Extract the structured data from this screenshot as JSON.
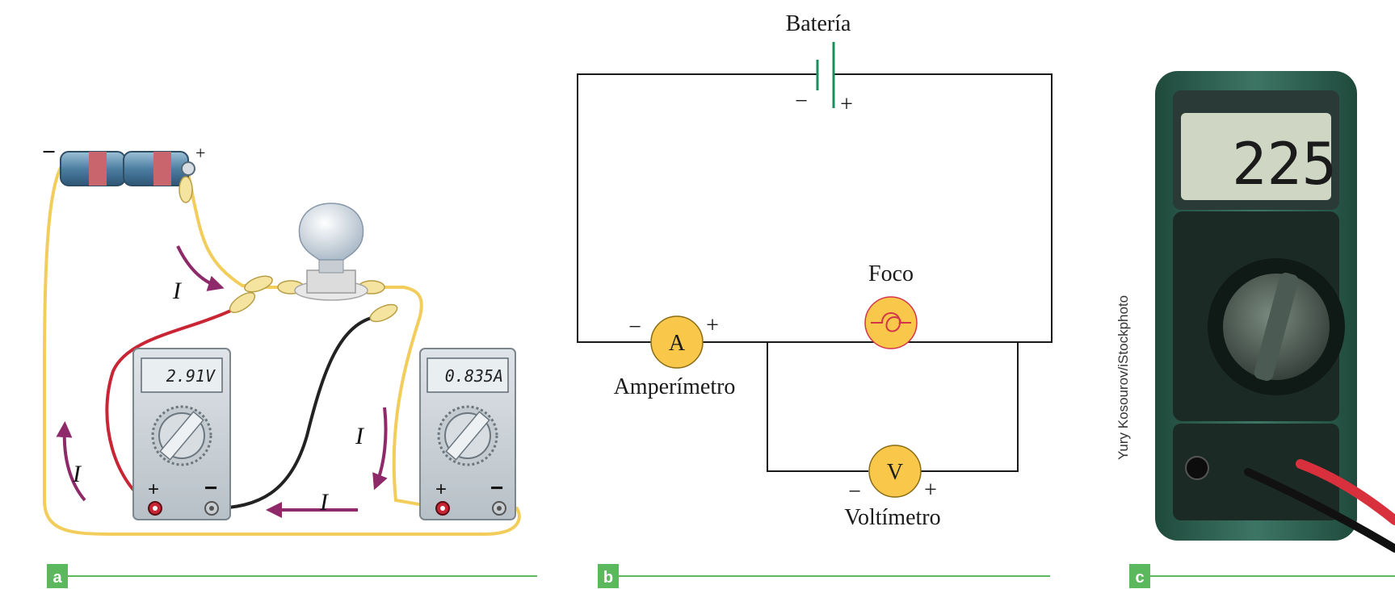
{
  "panel_a": {
    "letter": "a",
    "battery_minus": "−",
    "battery_plus": "+",
    "current_symbol": "I",
    "voltmeter": {
      "display": "2.91V",
      "plus": "+",
      "minus": "−"
    },
    "ammeter": {
      "display": "0.835A",
      "plus": "+",
      "minus": "−"
    }
  },
  "panel_b": {
    "letter": "b",
    "battery_label": "Batería",
    "battery_minus": "−",
    "battery_plus": "+",
    "bulb_label": "Foco",
    "ammeter_symbol": "A",
    "ammeter_minus": "−",
    "ammeter_plus": "+",
    "ammeter_label": "Amperímetro",
    "voltmeter_symbol": "V",
    "voltmeter_minus": "−",
    "voltmeter_plus": "+",
    "voltmeter_label": "Voltímetro"
  },
  "panel_c": {
    "letter": "c",
    "display_value": "225",
    "credit": "Yury Kosourov/iStockphoto"
  },
  "colors": {
    "accent_green": "#5cb85c",
    "current_arrow": "#8e2a6a",
    "wire_yellow": "#f2cd5c",
    "meter_fill": "#f9c84a",
    "bulb_stroke": "#d2364a",
    "battery_green": "#1a8f5e",
    "multimeter_body": "#2f5f4f"
  }
}
